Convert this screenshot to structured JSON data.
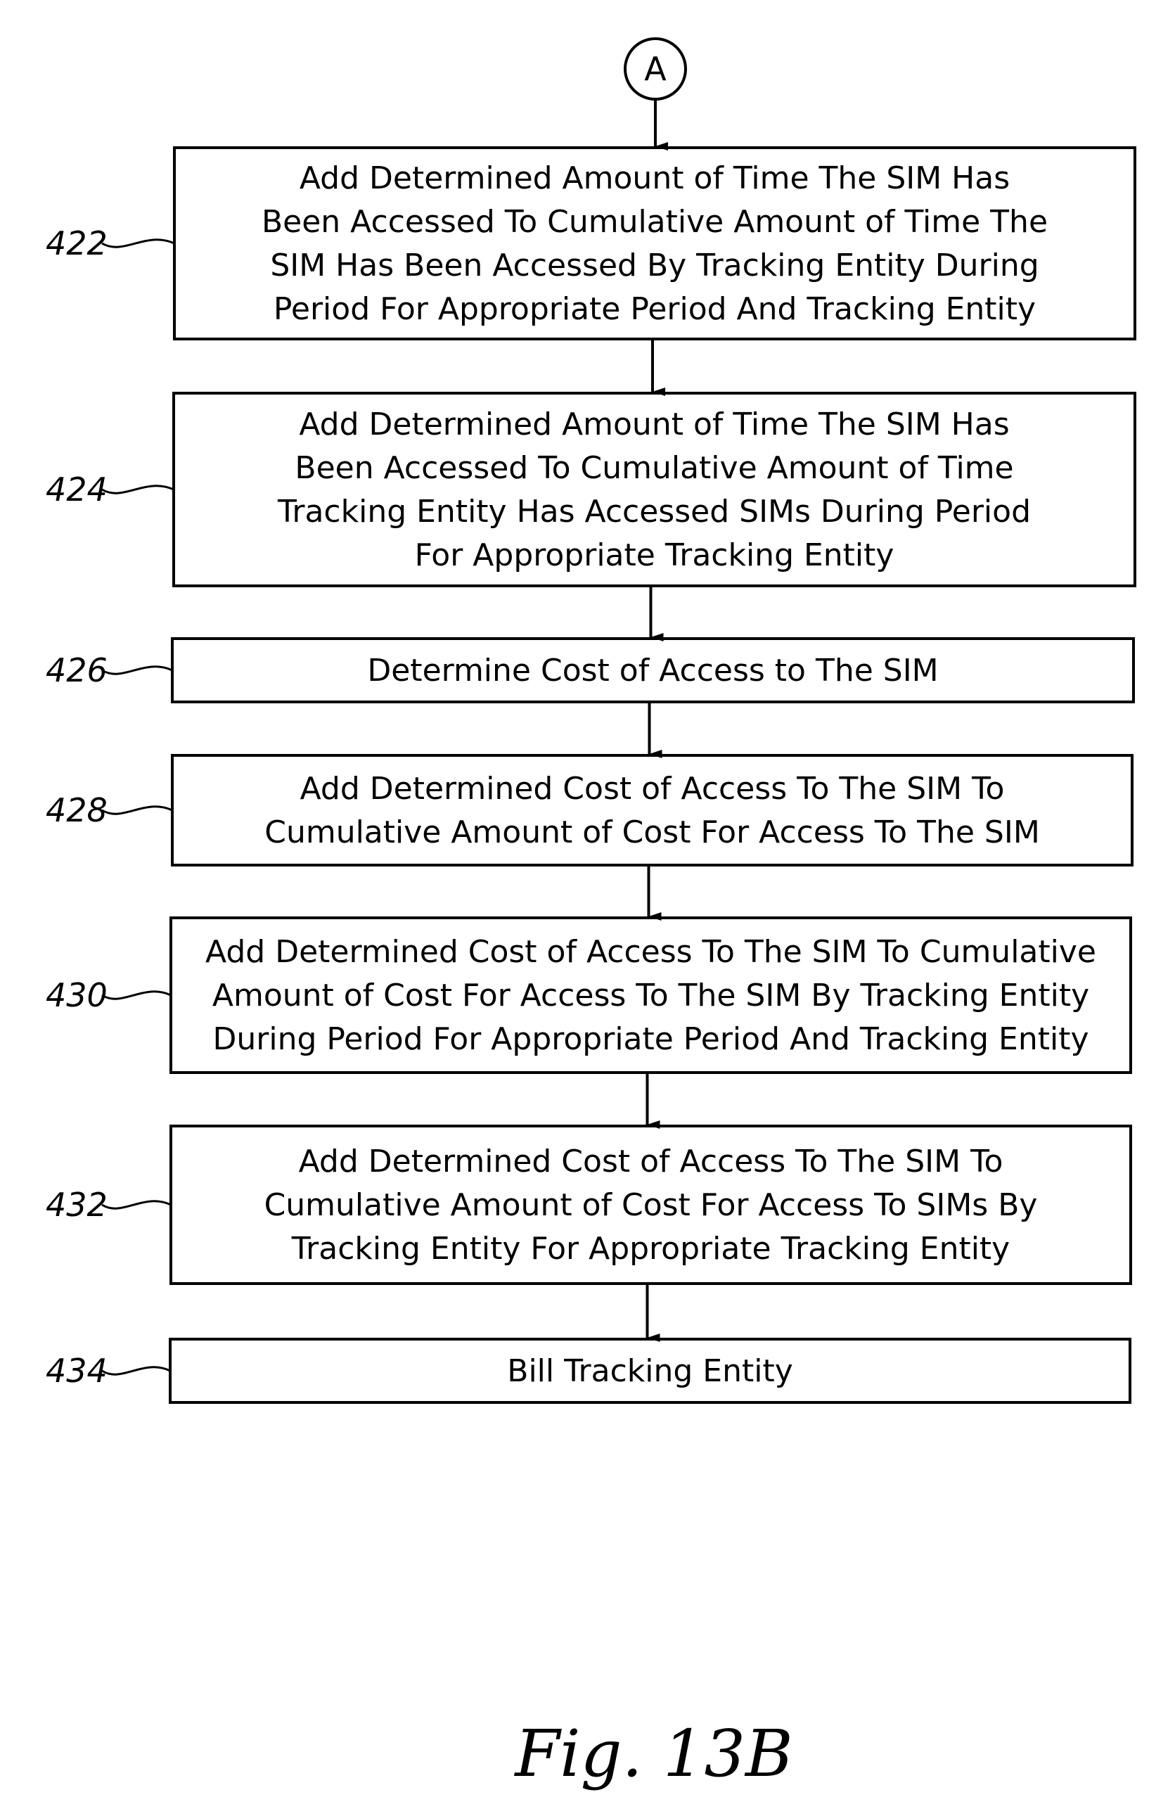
{
  "connector": {
    "label": "A"
  },
  "steps": [
    {
      "ref": "422",
      "lines": [
        "Add Determined Amount of Time The SIM Has",
        "Been Accessed To Cumulative Amount of Time The",
        "SIM Has Been Accessed By Tracking Entity During",
        "Period For Appropriate Period And Tracking Entity"
      ]
    },
    {
      "ref": "424",
      "lines": [
        "Add Determined Amount of Time The SIM Has",
        "Been Accessed To Cumulative Amount of Time",
        "Tracking Entity Has Accessed SIMs During Period",
        "For Appropriate Tracking Entity"
      ]
    },
    {
      "ref": "426",
      "lines": [
        "Determine Cost of Access to The SIM"
      ]
    },
    {
      "ref": "428",
      "lines": [
        "Add Determined Cost of Access To The SIM To",
        "Cumulative Amount of Cost For Access To The SIM"
      ]
    },
    {
      "ref": "430",
      "lines": [
        "Add Determined Cost of Access To The SIM To Cumulative",
        "Amount of Cost For Access To The SIM By Tracking Entity",
        "During Period For Appropriate Period And Tracking Entity"
      ]
    },
    {
      "ref": "432",
      "lines": [
        "Add Determined Cost of Access To The SIM To",
        "Cumulative Amount of Cost For Access To SIMs By",
        "Tracking Entity For Appropriate Tracking Entity"
      ]
    },
    {
      "ref": "434",
      "lines": [
        "Bill Tracking Entity"
      ]
    }
  ],
  "figure": {
    "caption": "Fig. 13B"
  }
}
